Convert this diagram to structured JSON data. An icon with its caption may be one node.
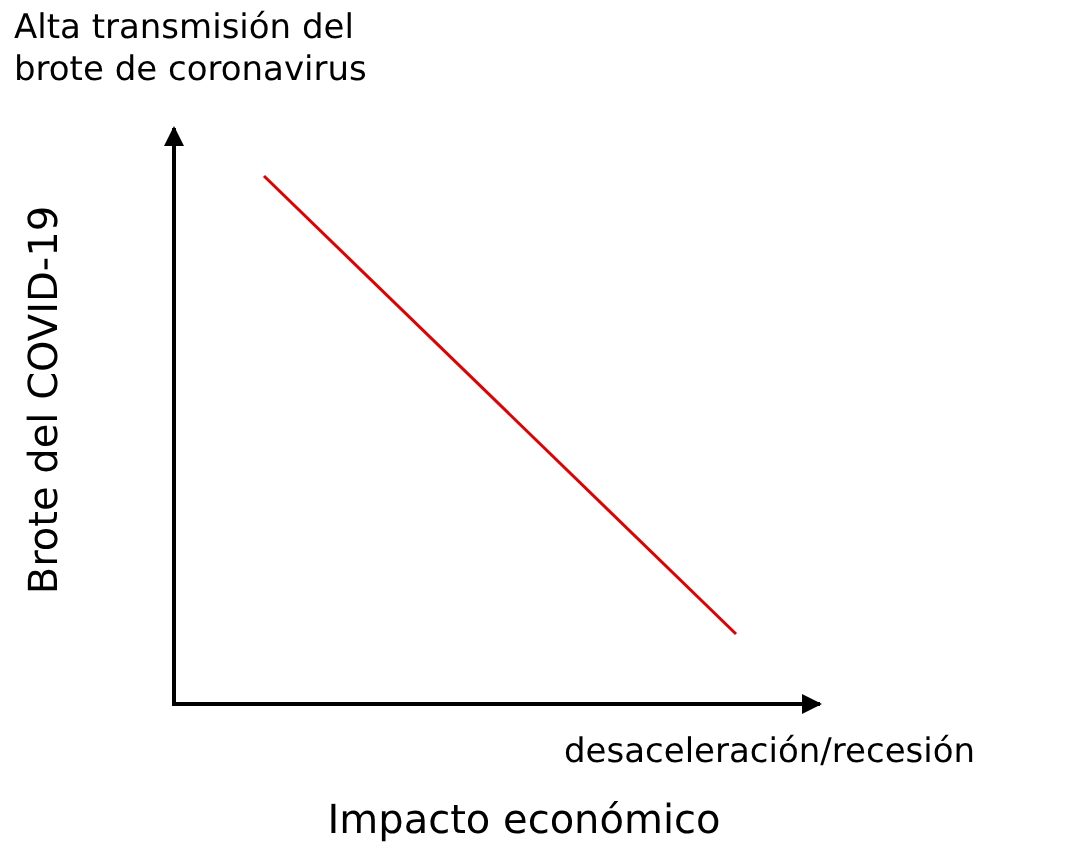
{
  "diagram": {
    "labels": [
      "Alta transmisión del brote de coronavirus",
      "Brote del COVID-19",
      "desaceleración/recesión",
      "Impacto económico"
    ]
  }
}
